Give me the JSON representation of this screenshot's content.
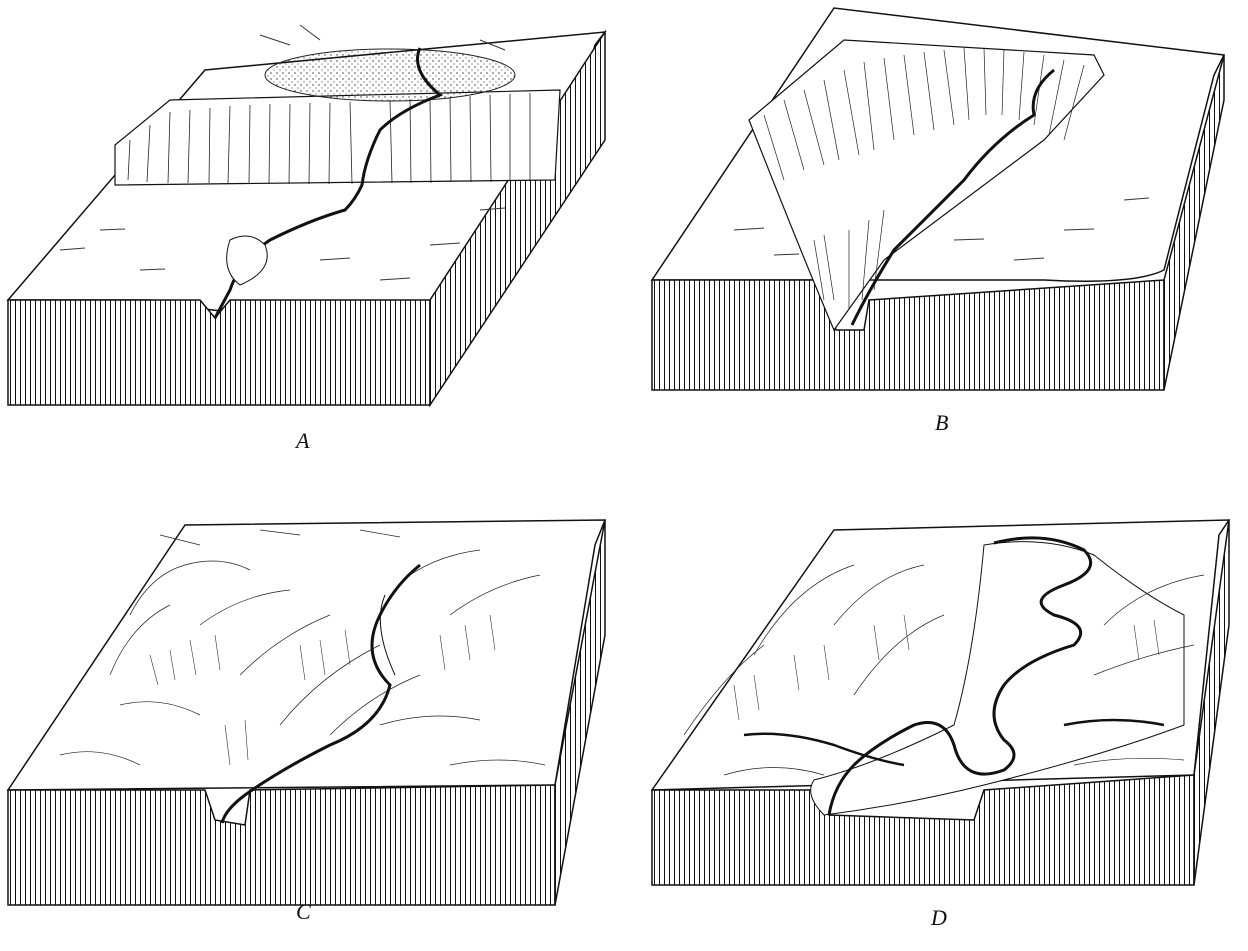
{
  "figure": {
    "panels": [
      {
        "id": "a",
        "caption": "A"
      },
      {
        "id": "b",
        "caption": "B"
      },
      {
        "id": "c",
        "caption": "C"
      },
      {
        "id": "d",
        "caption": "D"
      }
    ]
  }
}
